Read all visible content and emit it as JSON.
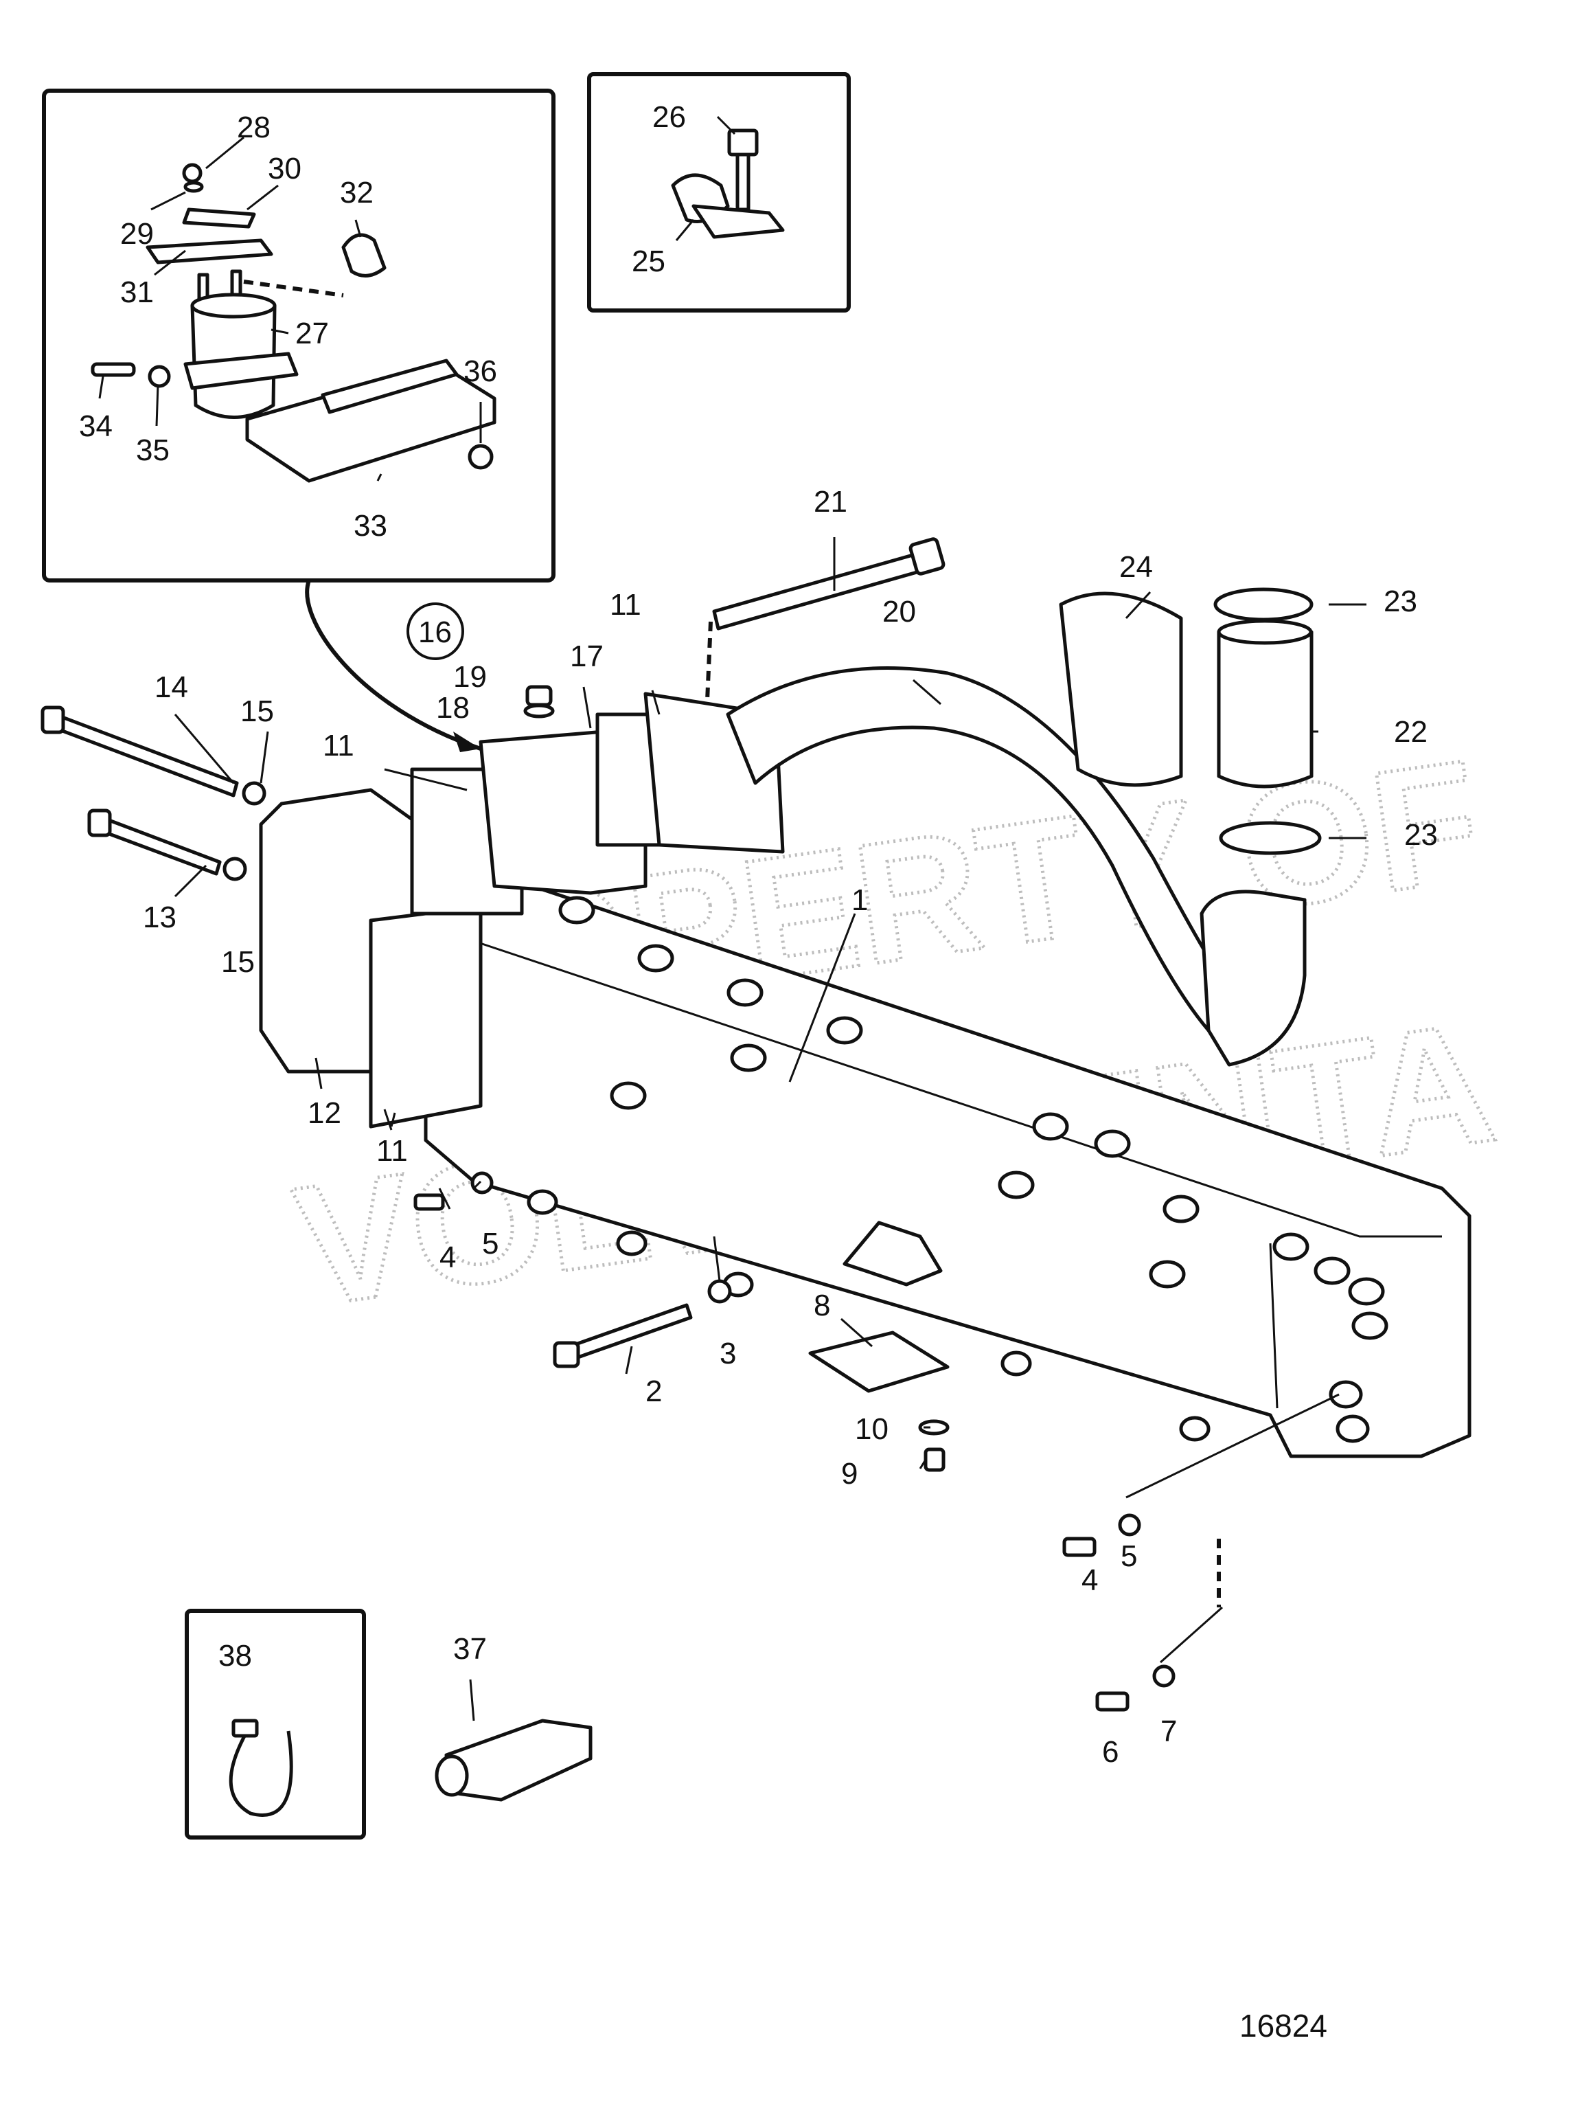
{
  "figure_number": "16824",
  "watermark": {
    "line1": "PROPERTY OF",
    "line2": "VOLVO PENTA"
  },
  "part_labels": [
    "1",
    "2",
    "3",
    "4",
    "4",
    "5",
    "5",
    "6",
    "7",
    "8",
    "9",
    "10",
    "11",
    "11",
    "11",
    "12",
    "13",
    "14",
    "15",
    "15",
    "16",
    "17",
    "18",
    "19",
    "20",
    "21",
    "22",
    "23",
    "23",
    "24",
    "25",
    "26",
    "27",
    "28",
    "29",
    "30",
    "31",
    "32",
    "33",
    "34",
    "35",
    "36",
    "37",
    "38"
  ]
}
